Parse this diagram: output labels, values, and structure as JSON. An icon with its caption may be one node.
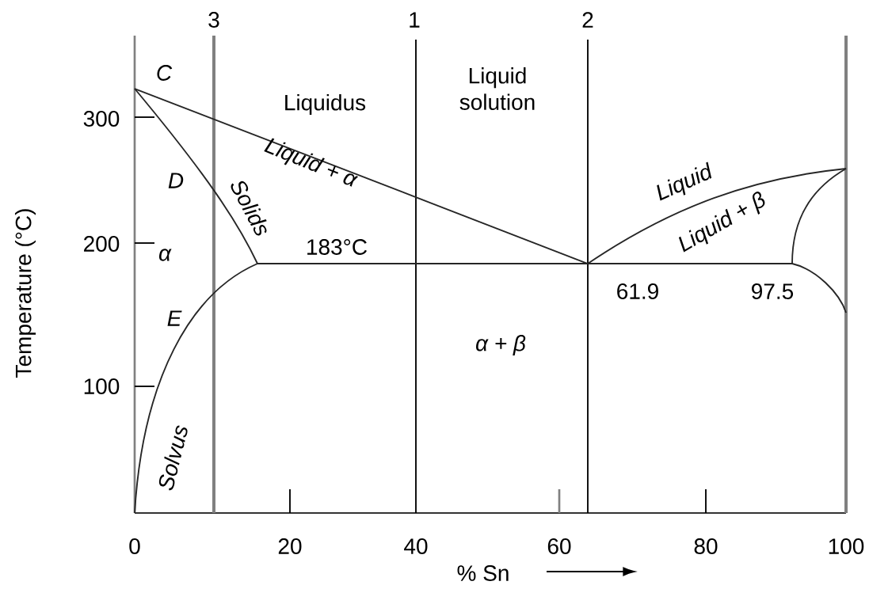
{
  "diagram": {
    "labels": [
      "3",
      "1",
      "2",
      "C",
      "Liquidus",
      "Liquid solution",
      "300",
      "Liquid + α",
      "D",
      "Solids",
      "183°C",
      "Liquid",
      "Liquid + β",
      "200",
      "α",
      "61.9",
      "97.5",
      "E",
      "α + β",
      "100",
      "Solvus",
      "Temperature (°C)",
      "0",
      "20",
      "40",
      "60",
      "80",
      "100",
      "% Sn"
    ]
  }
}
